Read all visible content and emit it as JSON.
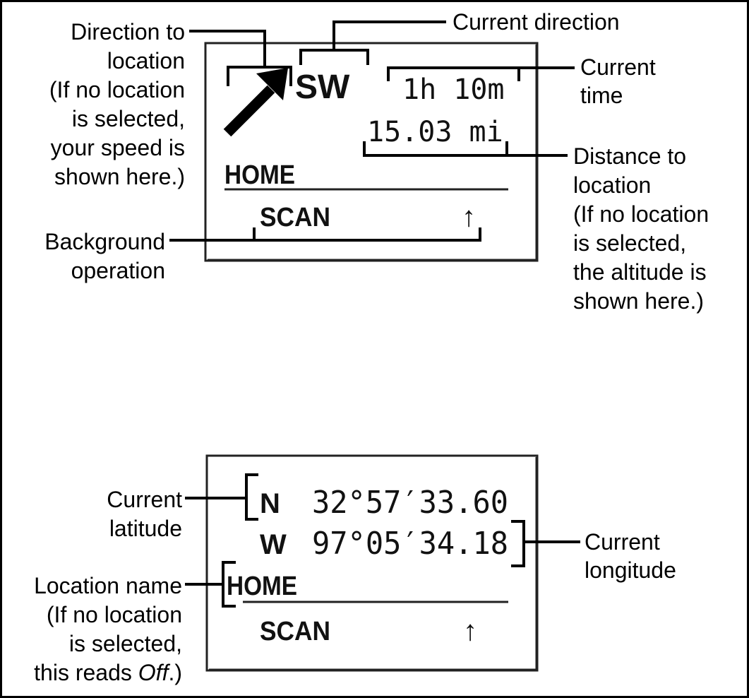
{
  "top_screen": {
    "direction": "SW",
    "time": "1h 10m",
    "distance": "15.03 mi",
    "location": "HOME",
    "operation": "SCAN",
    "operation_icon": "↑"
  },
  "bottom_screen": {
    "latitude_dir": "N",
    "latitude": "32°57′33.60",
    "longitude_dir": "W",
    "longitude": "97°05′34.18",
    "location": "HOME",
    "operation": "SCAN",
    "operation_icon": "↑"
  },
  "labels": {
    "direction_to_location": [
      "Direction to",
      "location",
      "(If no location",
      "is selected,",
      "your speed is",
      "shown here.)"
    ],
    "current_direction": "Current direction",
    "current_time": [
      "Current",
      "time"
    ],
    "distance_to_location": [
      "Distance to",
      "location",
      "(If no location",
      "is selected,",
      "the altitude is",
      "shown here.)"
    ],
    "background_operation": [
      "Background",
      "operation"
    ],
    "current_latitude": [
      "Current",
      "latitude"
    ],
    "current_longitude": [
      "Current",
      "longitude"
    ],
    "location_name": [
      "Location name",
      "(If no location",
      "is selected,",
      "this reads ",
      "Off",
      ".)"
    ]
  }
}
